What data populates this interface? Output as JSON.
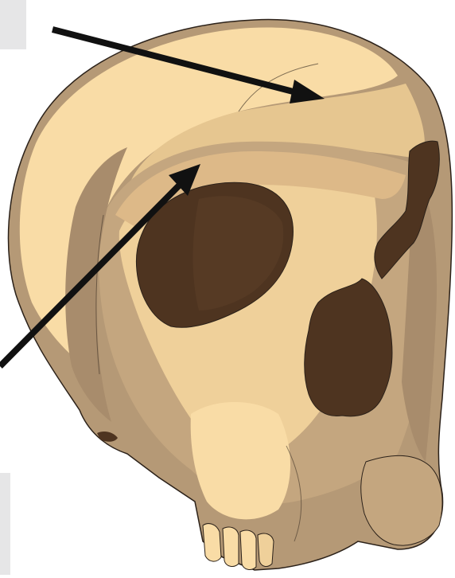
{
  "figure": {
    "subject": "skull-anterolateral-view",
    "colors": {
      "background": "#ffffff",
      "bone_light": "#f9dca6",
      "bone_mid": "#e6c690",
      "bone_shadow": "#b59976",
      "bone_dark_shadow": "#a88c6c",
      "cavity": "#4e3420",
      "outline": "#2b2119",
      "arrow": "#111111",
      "label_box": "#e6e6e7"
    },
    "callouts": [
      {
        "id": "upper",
        "target": "brow-ridge-upper",
        "label_text": ""
      },
      {
        "id": "lower",
        "target": "supraorbital-torus",
        "label_text": ""
      }
    ]
  }
}
